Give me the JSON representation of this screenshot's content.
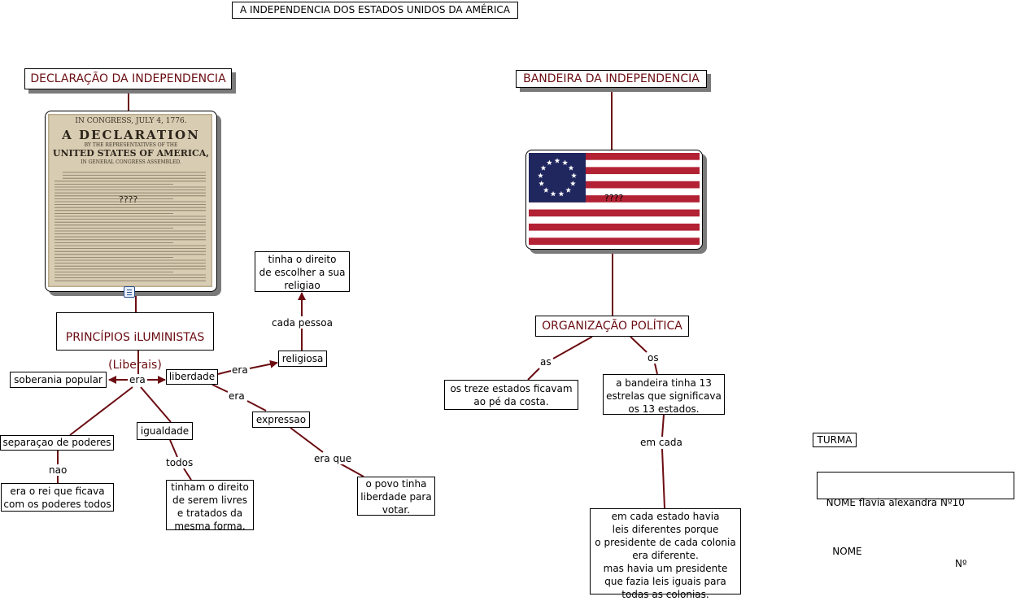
{
  "title": "A INDEPENDENCIA DOS ESTADOS UNIDOS DA AMÉRICA",
  "colors": {
    "line": "#6b0d12",
    "heading_text": "#6b0d12",
    "flag_red": "#b22234",
    "flag_blue": "#20265e",
    "parchment": "#d8cdb2"
  },
  "declaracao": {
    "heading": "DECLARAÇÃO DA INDEPENDENCIA",
    "image": {
      "line1": "IN CONGRESS, JULY 4, 1776.",
      "line2": "A DECLARATION",
      "line3": "BY THE REPRESENTATIVES OF THE",
      "line4": "UNITED STATES OF AMERICA,",
      "line5": "IN GENERAL CONGRESS ASSEMBLED.",
      "placeholder": "????"
    },
    "attachment_icon": "document-icon"
  },
  "principios": {
    "heading_line1": "PRINCÍPIOS iLUMINISTAS",
    "heading_line2": "(Liberais)",
    "link_era": "era",
    "soberania": "soberania popular",
    "separacao": "separaçao de poderes",
    "link_nao": "nao",
    "rei": "era o rei que ficava\ncom os poderes todos",
    "igualdade": "igualdade",
    "link_todos": "todos",
    "direito_livres": "tinham o direito\nde serem livres\ne tratados da\nmesma forma.",
    "liberdade": "liberdade",
    "link_era_religiosa": "era",
    "religiosa": "religiosa",
    "link_cada_pessoa": "cada pessoa",
    "religiao": "tinha o direito\nde escolher a sua\nreligiao",
    "link_era_expressao": "era",
    "expressao": "expressao",
    "link_era_que": "era que",
    "votar": "o povo tinha\nliberdade para\nvotar."
  },
  "bandeira": {
    "heading": "BANDEIRA DA INDEPENDENCIA",
    "placeholder": "????",
    "organizacao": "ORGANIZAÇÃO POLÍTICA",
    "link_as": "as",
    "treze_estados": "os treze estados ficavam\nao pé da costa.",
    "link_os": "os",
    "estrelas": "a bandeira tinha 13\nestrelas que significava\nos 13 estados.",
    "link_em_cada": "em cada",
    "leis": "em cada estado havia\nleis diferentes porque\no presidente de cada colonia\nera diferente.\nmas havia um presidente\nque fazia leis iguais para\ntodas as colonias."
  },
  "turma": "TURMA",
  "nome_line1": "  NOME flavia alexandra Nº10",
  "nome_line2_label": "NOME",
  "nome_line2_num": "Nº"
}
